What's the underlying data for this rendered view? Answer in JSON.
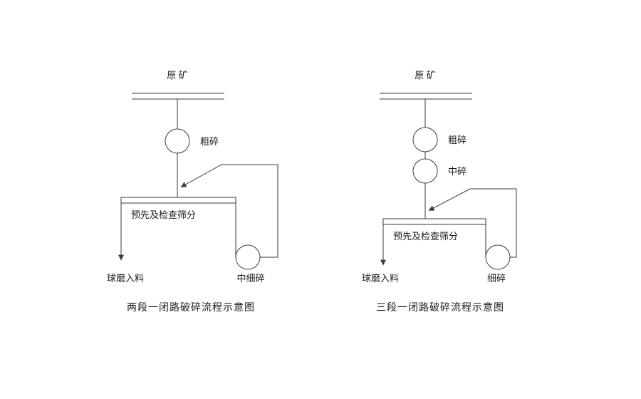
{
  "canvas": {
    "background": "#ffffff",
    "line_color": "#3a3a3a",
    "text_color": "#1a1a1a"
  },
  "diagrams": [
    {
      "feed_label": "原 矿",
      "crusher1_label": "粗碎",
      "screen_label": "预先及检查筛分",
      "undersize_label": "球磨入料",
      "recycle_crusher_label": "中细碎",
      "caption": "两段一闭路破碎流程示意图"
    },
    {
      "feed_label": "原 矿",
      "crusher1_label": "粗碎",
      "crusher2_label": "中碎",
      "screen_label": "预先及检查筛分",
      "undersize_label": "球磨入料",
      "recycle_crusher_label": "细碎",
      "caption": "三段一闭路破碎流程示意图"
    }
  ]
}
